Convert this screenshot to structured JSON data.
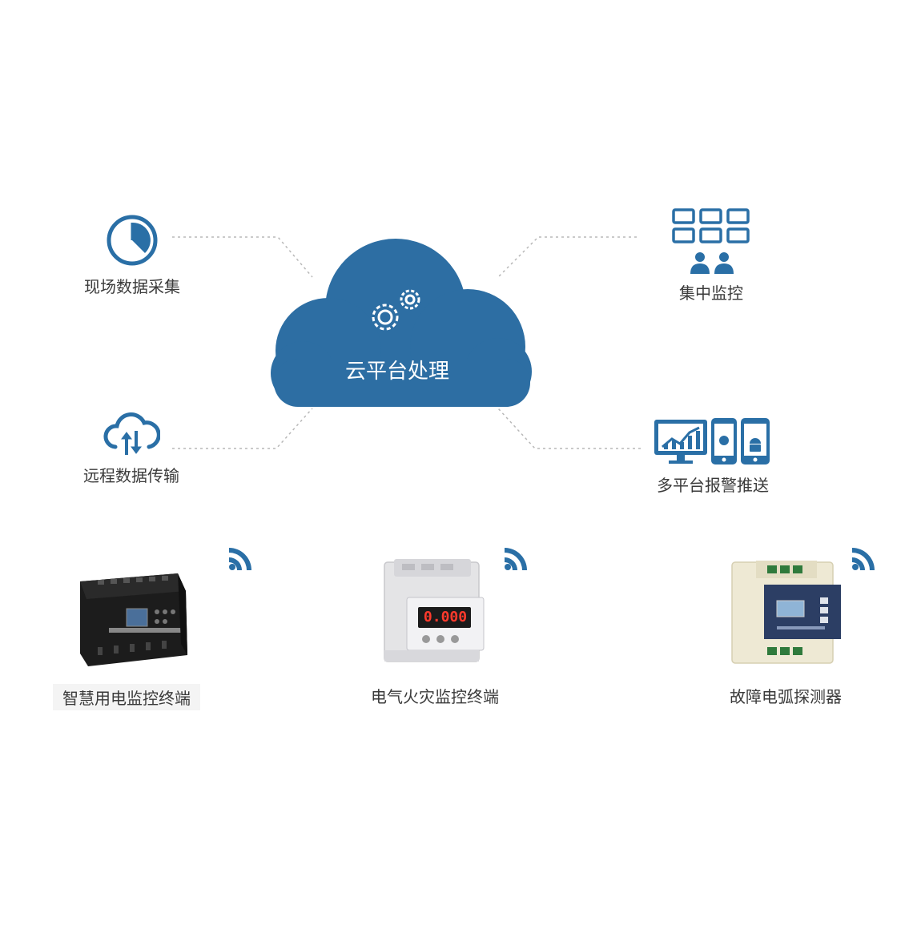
{
  "colors": {
    "accent": "#2a6fa6",
    "cloud": "#2d6ea3",
    "connector": "#b3b3b3",
    "text": "#3a3a3a"
  },
  "cloud": {
    "label": "云平台处理",
    "icon": "gears-icon"
  },
  "features": {
    "collect": {
      "label": "现场数据采集",
      "icon": "clock-icon"
    },
    "transmit": {
      "label": "远程数据传输",
      "icon": "cloud-transfer-icon"
    },
    "monitor": {
      "label": "集中监控",
      "icon": "monitor-grid-icon"
    },
    "alert": {
      "label": "多平台报警推送",
      "icon": "multi-device-icon"
    }
  },
  "devices": [
    {
      "label": "智慧用电监控终端",
      "icon": "wifi-signal-icon"
    },
    {
      "label": "电气火灾监控终端",
      "icon": "wifi-signal-icon",
      "display": "0.000"
    },
    {
      "label": "故障电弧探测器",
      "icon": "wifi-signal-icon"
    }
  ]
}
